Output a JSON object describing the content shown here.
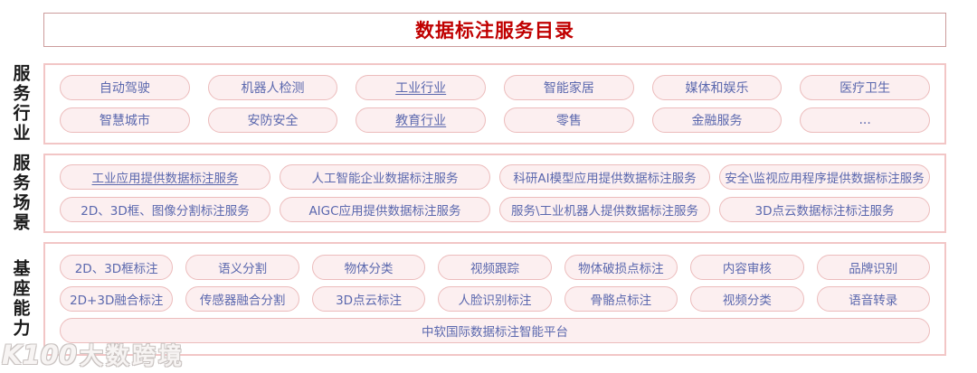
{
  "title": "数据标注服务目录",
  "sections": [
    {
      "label": "服务行业",
      "rows": [
        [
          {
            "text": "自动驾驶"
          },
          {
            "text": "机器人检测"
          },
          {
            "text": "工业行业",
            "underline": true
          },
          {
            "text": "智能家居"
          },
          {
            "text": "媒体和娱乐"
          },
          {
            "text": "医疗卫生"
          }
        ],
        [
          {
            "text": "智慧城市"
          },
          {
            "text": "安防安全"
          },
          {
            "text": "教育行业",
            "underline": true
          },
          {
            "text": "零售"
          },
          {
            "text": "金融服务"
          },
          {
            "text": "..."
          }
        ]
      ]
    },
    {
      "label": "服务场景",
      "rows": [
        [
          {
            "text": "工业应用提供数据标注服务",
            "underline": true
          },
          {
            "text": "人工智能企业数据标注服务"
          },
          {
            "text": "科研AI模型应用提供数据标注服务"
          },
          {
            "text": "安全\\监视应用程序提供数据标注服务"
          }
        ],
        [
          {
            "text": "2D、3D框、图像分割标注服务"
          },
          {
            "text": "AIGC应用提供数据标注服务"
          },
          {
            "text": "服务\\工业机器人提供数据标注服务"
          },
          {
            "text": "3D点云数据标注标注服务"
          }
        ]
      ]
    },
    {
      "label": "基座能力",
      "rows": [
        [
          {
            "text": "2D、3D框标注"
          },
          {
            "text": "语义分割"
          },
          {
            "text": "物体分类"
          },
          {
            "text": "视频跟踪"
          },
          {
            "text": "物体破损点标注"
          },
          {
            "text": "内容审核"
          },
          {
            "text": "品牌识别"
          }
        ],
        [
          {
            "text": "2D+3D融合标注"
          },
          {
            "text": "传感器融合分割"
          },
          {
            "text": "3D点云标注"
          },
          {
            "text": "人脸识别标注"
          },
          {
            "text": "骨骼点标注"
          },
          {
            "text": "视频分类"
          },
          {
            "text": "语音转录"
          }
        ]
      ],
      "footer": "中软国际数据标注智能平台"
    }
  ],
  "watermark": {
    "logo": "K100",
    "text": "大数跨境"
  },
  "colors": {
    "title_red": "#c00000",
    "pill_text_blue": "#5b68ae",
    "pill_bg_pink": "#fceff0",
    "pill_border_pink": "#ecbcbc",
    "box_border_pink": "#f2c6c6",
    "title_box_border": "#cc9c9c",
    "label_black": "#1a1a1a"
  }
}
